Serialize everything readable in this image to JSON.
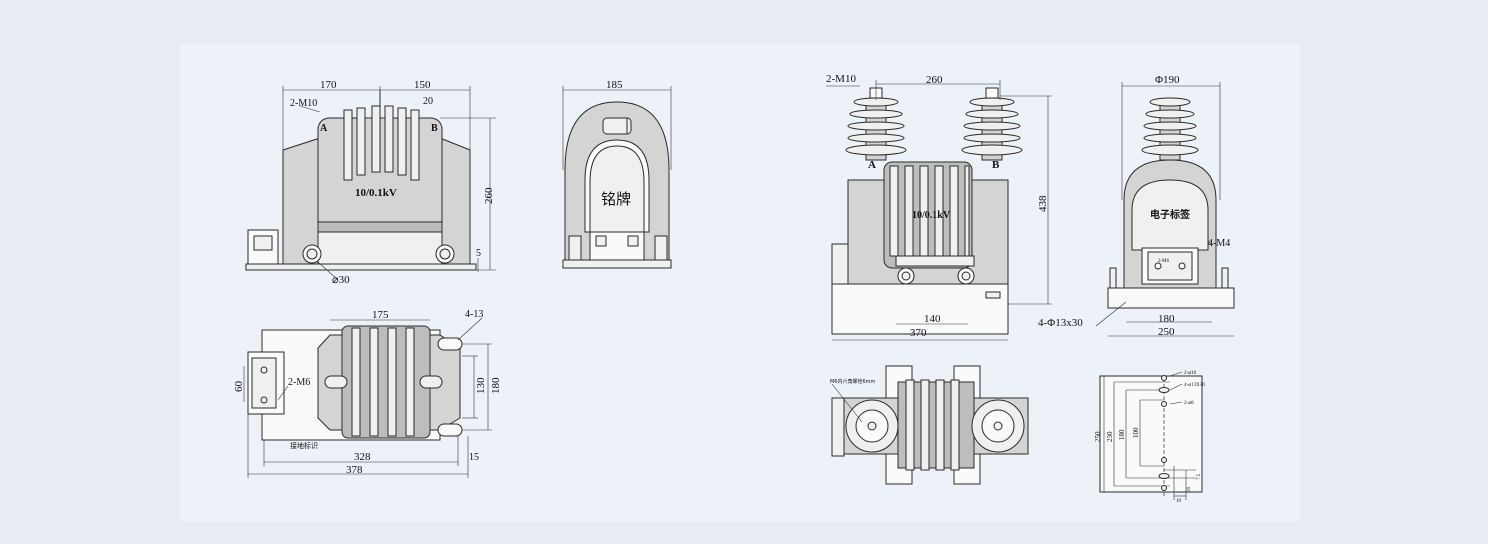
{
  "views": {
    "lv_front": {
      "dim_top_left": "170",
      "dim_top_right": "150",
      "bolt": "2-M10",
      "dim_20": "20",
      "term_a": "A",
      "term_b": "B",
      "rating": "10/0.1kV",
      "height": "260",
      "dim_5": "5",
      "hole": "⌀30"
    },
    "lv_side": {
      "width": "185",
      "nameplate": "铭牌"
    },
    "lv_bottom": {
      "dim_175": "175",
      "holes": "4-13",
      "dim_60": "60",
      "bolt_m6": "2-M6",
      "dim_130": "130",
      "dim_180": "180",
      "ground_mark": "接地标识",
      "dim_328": "328",
      "dim_15": "15",
      "dim_378": "378"
    },
    "hv_front": {
      "bolt": "2-M10",
      "dim_260": "260",
      "term_a": "A",
      "term_b": "B",
      "rating": "10/0.1kV",
      "height": "438",
      "dim_140": "140",
      "dim_370": "370"
    },
    "hv_side": {
      "diameter": "Φ190",
      "label": "电子标签",
      "bolt_m4": "4-M4",
      "plate_text": "2-M6",
      "holes": "4-Φ13x30",
      "dim_180": "180",
      "dim_250": "250"
    },
    "hv_bottom": {
      "note": "M6内六角螺栓6mm"
    },
    "hv_base": {
      "note_1": "2-⌀10",
      "note_2": "4-⌀13X30",
      "note_3": "2-⌀8",
      "dim_250": "250",
      "dim_230": "230",
      "dim_180": "180",
      "dim_100": "100",
      "dim_75": "7.5",
      "dim_16": "16",
      "dim_10": "10"
    }
  }
}
